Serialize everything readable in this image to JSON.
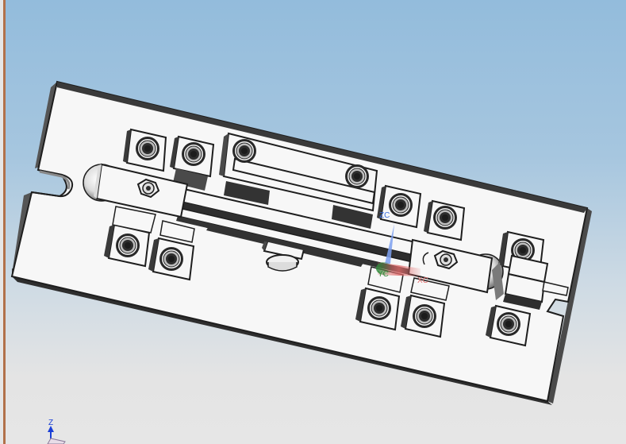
{
  "viewport": {
    "background_top": "#93bcdc",
    "background_bottom": "#e6e6e6",
    "border_color": "#b2714a"
  },
  "model": {
    "name": "fixture-plate-assembly",
    "face_color": "#f7f7f7",
    "edge_color": "#222222",
    "shade_color": "#4a4a4a",
    "bolt_count": 14
  },
  "wcs": {
    "x_label": "XC",
    "y_label": "YC",
    "z_label": "ZC",
    "x_color": "#e06a6a",
    "y_color": "#2e8b3a",
    "z_color": "#3b6fe0"
  },
  "view_triad": {
    "z_label": "Z",
    "z_color": "#1a3fd6"
  }
}
